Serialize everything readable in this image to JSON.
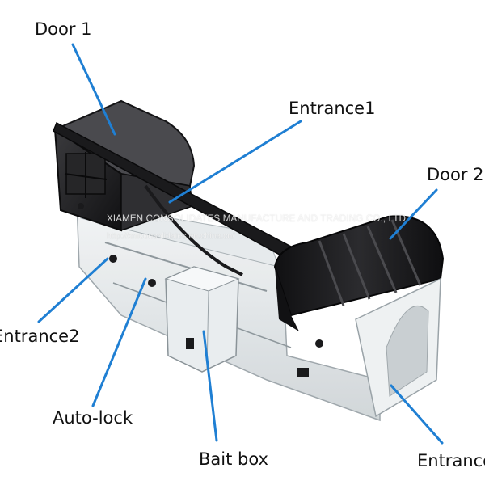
{
  "labels": {
    "door1": "Door 1",
    "entrance1": "Entrance1",
    "door2": "Door 2",
    "entrance2": "Entrance2",
    "autolock": "Auto-lock",
    "baitbox": "Bait box",
    "entrance3": "Entrance"
  },
  "watermark": {
    "company": "XIAMEN CONSOLIDATES MANUFACTURE AND TRADING CO., LTD",
    "url": "http://xmconsolidates.en.china.cn/"
  },
  "colors": {
    "leader_line": "#1f7fd3",
    "plastic_dark": "#1c1c1e",
    "clear_plastic": "#d9dde0",
    "background": "#ffffff"
  }
}
